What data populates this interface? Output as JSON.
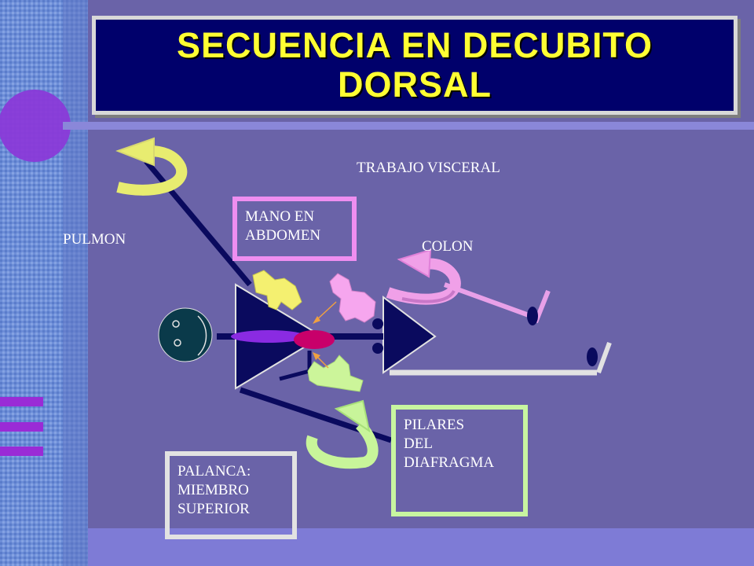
{
  "slide": {
    "title_lines": [
      "SECUENCIA EN DECUBITO",
      "DORSAL"
    ],
    "labels": {
      "trabajo_visceral": "TRABAJO VISCERAL",
      "pulmon": "PULMON",
      "colon": "COLON"
    },
    "boxes": {
      "mano_abdomen": {
        "lines": [
          "MANO EN",
          "ABDOMEN"
        ],
        "border_color": "#ee8ef0"
      },
      "pilares": {
        "lines": [
          "PILARES",
          "DEL",
          "DIAFRAGMA"
        ],
        "border_color": "#c8f5a0"
      },
      "palanca": {
        "lines": [
          "PALANCA:",
          "MIEMBRO",
          "SUPERIOR"
        ],
        "border_color": "#e2e2e2"
      }
    },
    "colors": {
      "background": "#6a63a8",
      "title_bg": "#00006b",
      "title_text": "#ffff33",
      "arrow_yellow": "#e8ec70",
      "arrow_pink": "#f0a0e8",
      "arrow_green": "#c8f59a",
      "hand_yellow": "#f4f070",
      "hand_pink": "#f6a6ee",
      "hand_green": "#ccf59a",
      "body_navy": "#0a0a5e",
      "head": "#0a3a4a",
      "torso_pink": "#c8006a",
      "arm_purple": "#8a2be2"
    }
  }
}
